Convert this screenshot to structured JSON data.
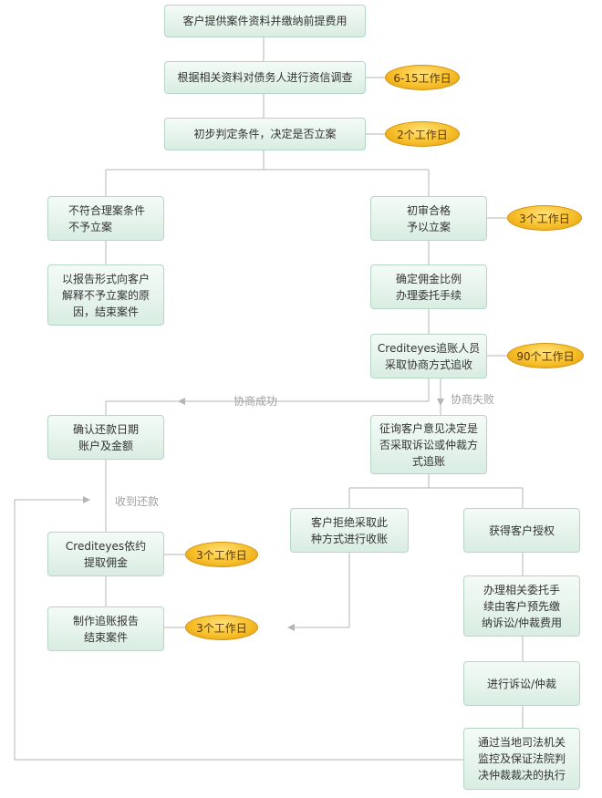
{
  "nodes": {
    "n1": "客户提供案件资料并缴纳前提费用",
    "n2": "根据相关资料对债务人进行资信调查",
    "n3": "初步判定条件，决定是否立案",
    "n4": "不符合理案条件\n不予立案",
    "n5": "以报告形式向客户\n解释不予立案的原\n因，结束案件",
    "n6": "初审合格\n予以立案",
    "n7": "确定佣金比例\n办理委托手续",
    "n8": "Crediteyes追账人员\n采取协商方式追收",
    "n9": "征询客户意见决定是\n否采取诉讼或仲裁方\n式追账",
    "n10": "确认还款日期\n账户及金额",
    "n11": "Crediteyes依约\n提取佣金",
    "n12": "制作追账报告\n结束案件",
    "n13": "客户拒绝采取此\n种方式进行收账",
    "n14": "获得客户授权",
    "n15": "办理相关委托手\n续由客户预先缴\n纳诉讼/仲裁费用",
    "n16": "进行诉讼/仲裁",
    "n17": "通过当地司法机关\n监控及保证法院判\n决仲裁裁决的执行"
  },
  "badges": {
    "b1": "6-15工作日",
    "b2": "2个工作日",
    "b3": "3个工作日",
    "b4": "90个工作日",
    "b5": "3个工作日",
    "b6": "3个工作日"
  },
  "labels": {
    "success": "协商成功",
    "fail": "协商失败",
    "received": "收到还款"
  }
}
